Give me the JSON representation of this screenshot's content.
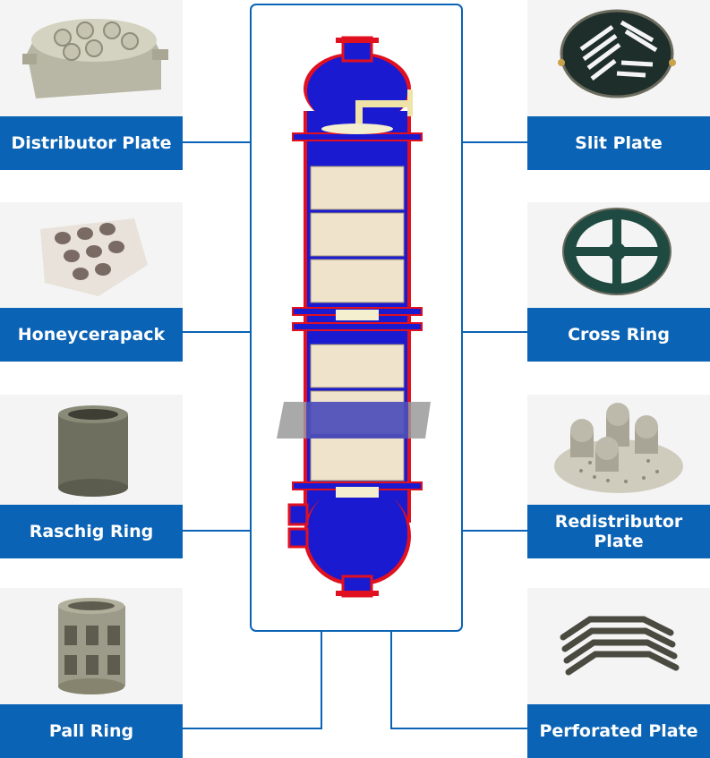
{
  "left_items": [
    {
      "label": "Distributor Plate",
      "icon": "distributor-plate"
    },
    {
      "label": "Honeycerapack",
      "icon": "honeycerapack"
    },
    {
      "label": "Raschig Ring",
      "icon": "raschig-ring"
    },
    {
      "label": "Pall Ring",
      "icon": "pall-ring"
    }
  ],
  "right_items": [
    {
      "label": "Slit Plate",
      "icon": "slit-plate"
    },
    {
      "label": "Cross Ring",
      "icon": "cross-ring"
    },
    {
      "label": "Redistributor Plate",
      "icon": "redistributor-plate"
    },
    {
      "label": "Perforated Plate",
      "icon": "perforated-plate"
    }
  ],
  "colors": {
    "label_bg": "#0a63b4",
    "frame": "#0a63b4",
    "vessel": "#1a1ad0",
    "vessel_lining": "#e01020",
    "packing": "#efe3cc"
  }
}
